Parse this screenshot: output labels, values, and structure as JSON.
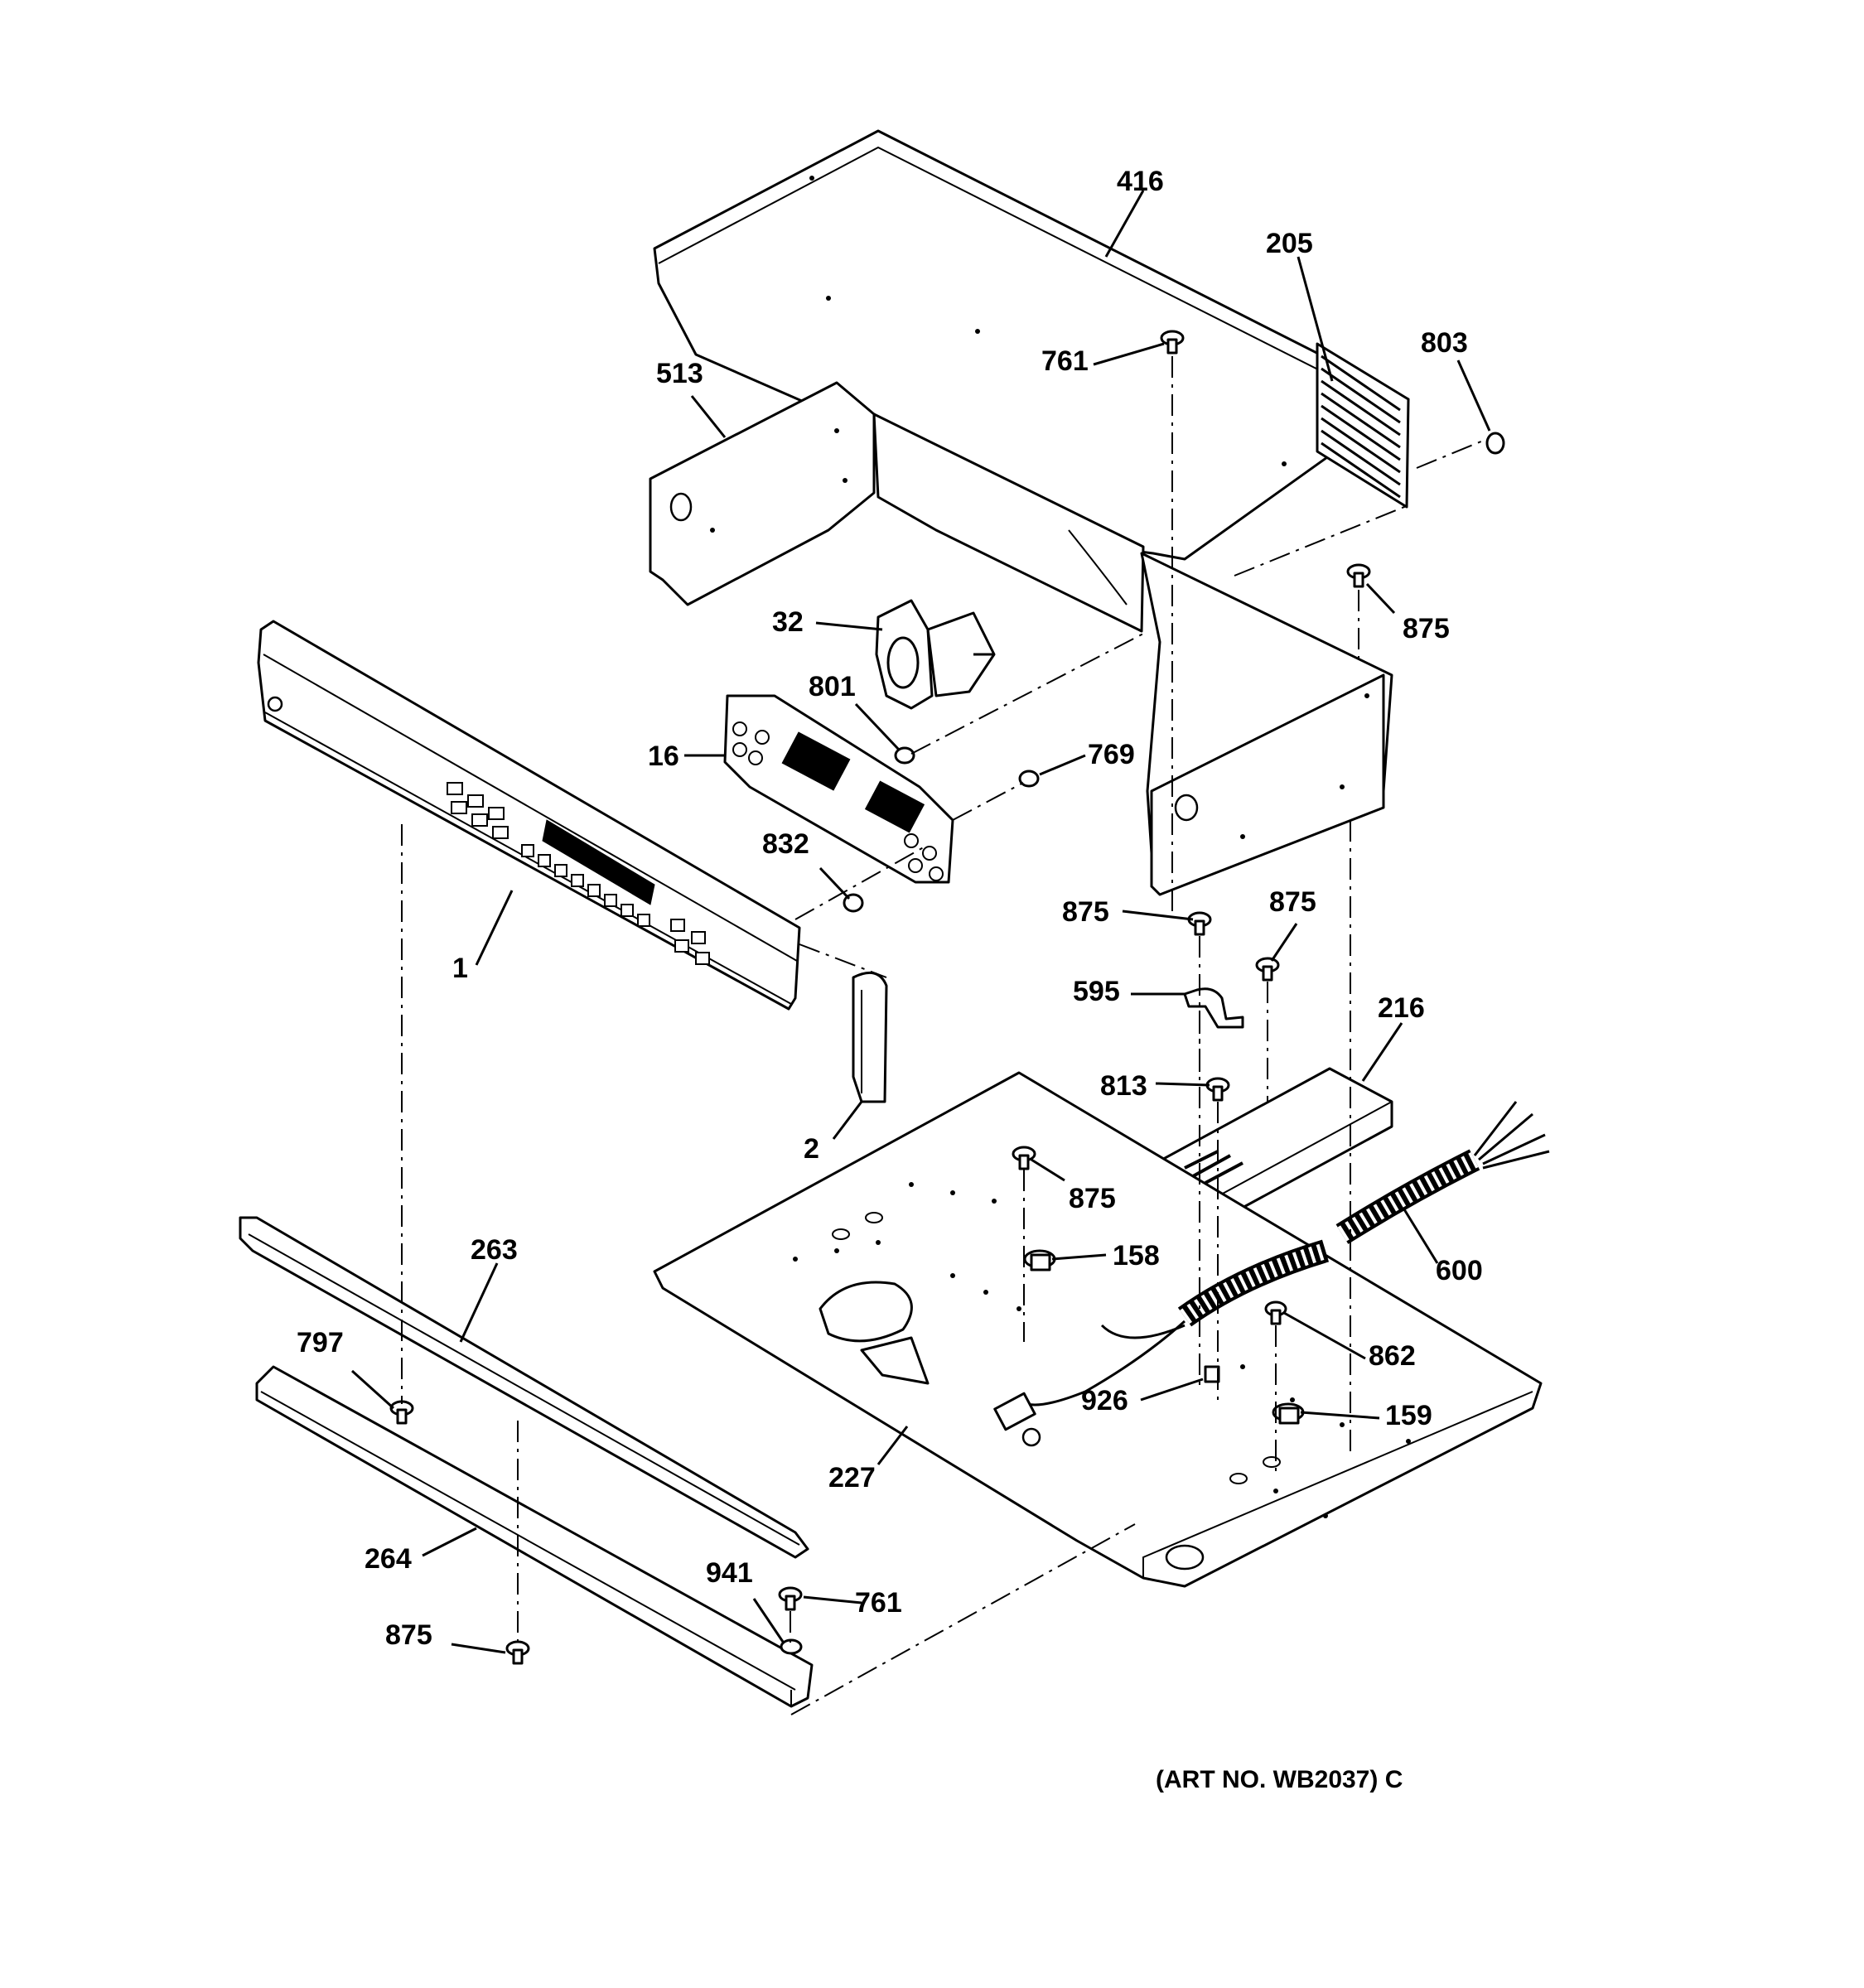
{
  "callouts": {
    "c416": "416",
    "c205": "205",
    "c803": "803",
    "c761_top": "761",
    "c513": "513",
    "c875_right_top": "875",
    "c32": "32",
    "c801": "801",
    "c16": "16",
    "c769": "769",
    "c832": "832",
    "c875_mid_left": "875",
    "c875_mid_right": "875",
    "c595": "595",
    "c1": "1",
    "c216": "216",
    "c813": "813",
    "c2": "2",
    "c875_floor": "875",
    "c158": "158",
    "c600": "600",
    "c263": "263",
    "c797": "797",
    "c862": "862",
    "c926": "926",
    "c159": "159",
    "c227": "227",
    "c264": "264",
    "c941": "941",
    "c761_bottom": "761",
    "c875_bottom": "875"
  },
  "footer": {
    "art_number": "(ART NO. WB2037) C"
  }
}
